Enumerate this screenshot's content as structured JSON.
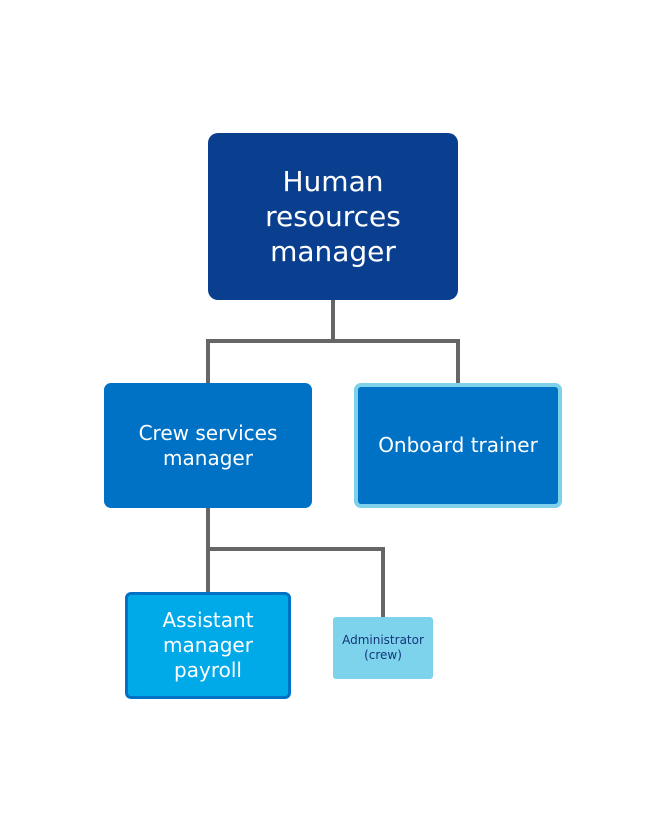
{
  "org_chart": {
    "top": {
      "label": "Human resources manager"
    },
    "level2": [
      {
        "label": "Crew services manager"
      },
      {
        "label": "Onboard trainer"
      }
    ],
    "level3": [
      {
        "label": "Assistant manager payroll"
      },
      {
        "label": "Administrator (crew)"
      }
    ]
  },
  "colors": {
    "top_node": "#0a3f8f",
    "mid_node": "#0072c6",
    "highlight_border": "#7fd0ea",
    "assistant_node": "#00a9e8",
    "admin_node": "#7dd3eb",
    "admin_text": "#14367a",
    "connector": "#666666"
  }
}
